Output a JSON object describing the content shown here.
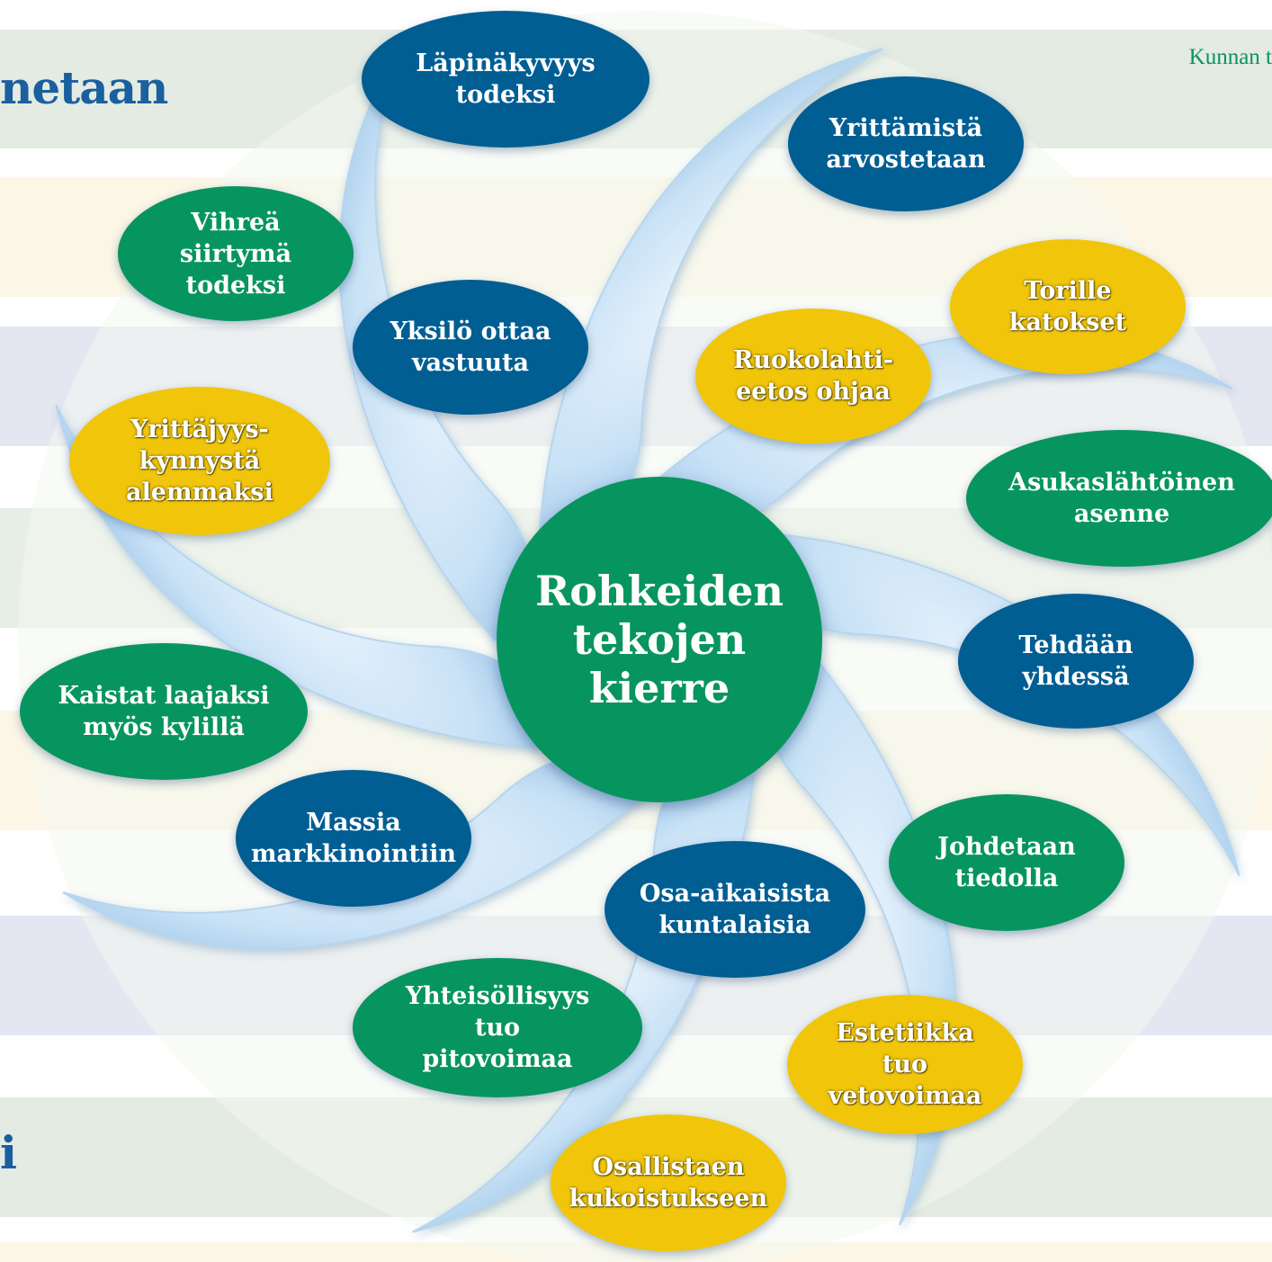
{
  "page": {
    "heading_top": "netaan",
    "heading_bottom": "i",
    "corner_note": "Kunnan t"
  },
  "center": {
    "label": "Rohkeiden\ntekojen\nkierre"
  },
  "bubbles": [
    {
      "id": "lapinakyvyys",
      "label": "Läpinäkyvyys\ntodeksi",
      "color": "blue"
    },
    {
      "id": "yrittamista",
      "label": "Yrittämistä\narvostetaan",
      "color": "blue"
    },
    {
      "id": "torille",
      "label": "Torille\nkatokset",
      "color": "yellow"
    },
    {
      "id": "vihrea",
      "label": "Vihreä\nsiirtymä\ntodeksi",
      "color": "green"
    },
    {
      "id": "yksilo",
      "label": "Yksilö ottaa\nvastuuta",
      "color": "blue"
    },
    {
      "id": "ruokolahti",
      "label": "Ruokolahti-\neetos ohjaa",
      "color": "yellow"
    },
    {
      "id": "yrittajyys",
      "label": "Yrittäjyys-\nkynnystä\nalemmaksi",
      "color": "yellow"
    },
    {
      "id": "asukas",
      "label": "Asukaslähtöinen\nasenne",
      "color": "green"
    },
    {
      "id": "tehdaan",
      "label": "Tehdään\nyhdessä",
      "color": "blue"
    },
    {
      "id": "kaistat",
      "label": "Kaistat laajaksi\nmyös kylillä",
      "color": "green"
    },
    {
      "id": "massia",
      "label": "Massia\nmarkkinointiin",
      "color": "blue"
    },
    {
      "id": "johdetaan",
      "label": "Johdetaan\ntiedolla",
      "color": "green"
    },
    {
      "id": "osa-aikaisista",
      "label": "Osa-aikaisista\nkuntalaisia",
      "color": "blue"
    },
    {
      "id": "yhteisollisyys",
      "label": "Yhteisöllisyys\ntuo\npitovoimaa",
      "color": "green"
    },
    {
      "id": "estetiikka",
      "label": "Estetiikka\ntuo\nvetovoimaa",
      "color": "yellow"
    },
    {
      "id": "osallistaen",
      "label": "Osallistaen\nkukoistukseen",
      "color": "yellow"
    }
  ],
  "colors": {
    "blue": "#015e93",
    "green": "#07955f",
    "yellow": "#f1c60a",
    "swirl": "#c7e1f5",
    "heading": "#1a5f9e",
    "note": "#0a9361"
  }
}
